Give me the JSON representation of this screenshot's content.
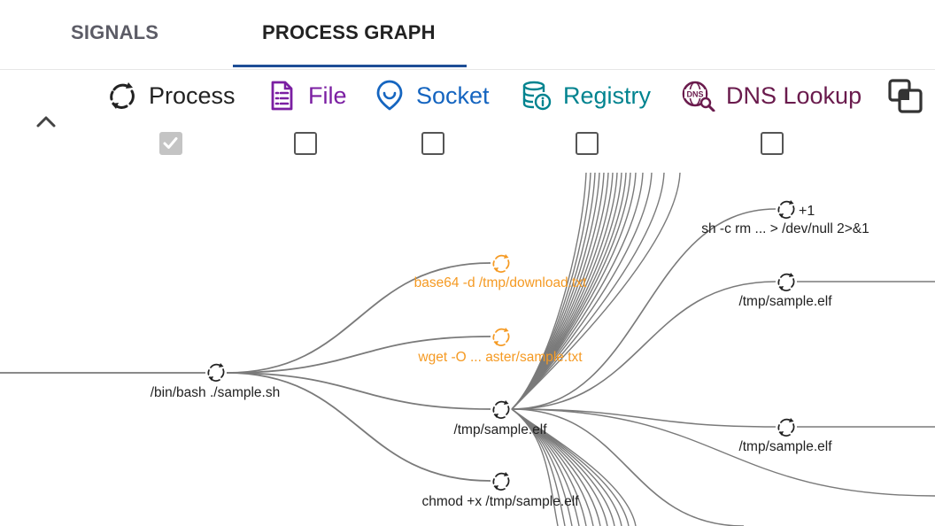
{
  "tabs": [
    {
      "label": "SIGNALS",
      "active": false
    },
    {
      "label": "PROCESS GRAPH",
      "active": true
    }
  ],
  "filters": [
    {
      "label": "Process",
      "icon": "process-icon",
      "color": "#222222",
      "checked": true
    },
    {
      "label": "File",
      "icon": "file-icon",
      "color": "#7b1fa2",
      "checked": false
    },
    {
      "label": "Socket",
      "icon": "socket-icon",
      "color": "#1565c0",
      "checked": false
    },
    {
      "label": "Registry",
      "icon": "registry-icon",
      "color": "#00838f",
      "checked": false
    },
    {
      "label": "DNS Lookup",
      "icon": "dns-lookup-icon",
      "color": "#6a1b4d",
      "checked": false
    }
  ],
  "extra_icon": "copy-icon",
  "colors": {
    "accent": "#1f4e96",
    "edge": "#7a7a7a",
    "highlight_node": "#f59a23",
    "text": "#222222"
  },
  "graph": {
    "nodes": {
      "root": {
        "label": "/bin/bash ./sample.sh",
        "color": "#222222"
      },
      "base64": {
        "label": "base64 -d /tmp/download.txt",
        "color": "#f59a23"
      },
      "wget": {
        "label": "wget -O ... aster/sample.txt",
        "color": "#f59a23"
      },
      "sample_mid": {
        "label": "/tmp/sample.elf",
        "color": "#222222"
      },
      "chmod": {
        "label": "chmod +x /tmp/sample.elf",
        "color": "#222222"
      },
      "sh_rm": {
        "label": "sh -c rm ... > /dev/null 2>&1",
        "badge": "+1",
        "color": "#222222"
      },
      "sample_r1": {
        "label": "/tmp/sample.elf",
        "color": "#222222"
      },
      "sample_r2": {
        "label": "/tmp/sample.elf",
        "color": "#222222"
      }
    }
  }
}
